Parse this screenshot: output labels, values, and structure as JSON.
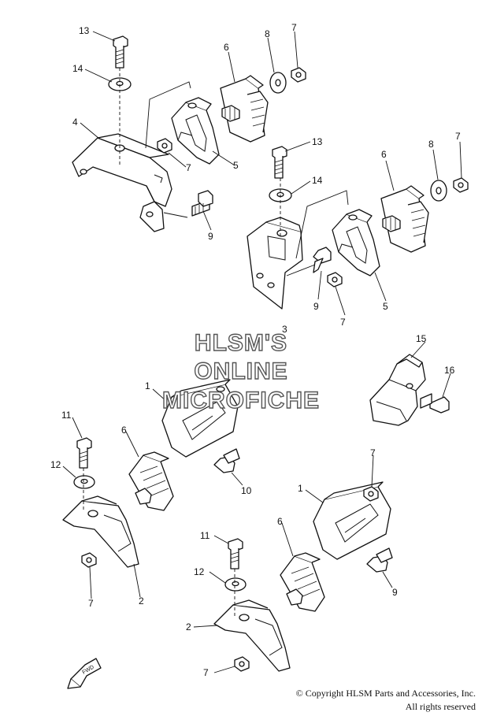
{
  "watermark": {
    "line1": "HLSM'S",
    "line2": "ONLINE",
    "line3": "MICROFICHE"
  },
  "fwd_label": "FWD",
  "copyright": {
    "line1": "© Copyright HLSM Parts and Accessories, Inc.",
    "line2": "All rights reserved"
  },
  "callouts": {
    "c13a": "13",
    "c14a": "14",
    "c4": "4",
    "c6a": "6",
    "c8a": "8",
    "c7a": "7",
    "c7b": "7",
    "c5a": "5",
    "c9a": "9",
    "c13b": "13",
    "c14b": "14",
    "c6b": "6",
    "c8b": "8",
    "c7c": "7",
    "c3": "3",
    "c9b": "9",
    "c7d": "7",
    "c5b": "5",
    "c15": "15",
    "c16": "16",
    "c1a": "1",
    "c6c": "6",
    "c11a": "11",
    "c12a": "12",
    "c10": "10",
    "c7e": "7",
    "c2a": "2",
    "c7f": "7",
    "c1b": "1",
    "c6d": "6",
    "c11b": "11",
    "c12b": "12",
    "c9c": "9",
    "c2b": "2",
    "c7g": "7"
  }
}
